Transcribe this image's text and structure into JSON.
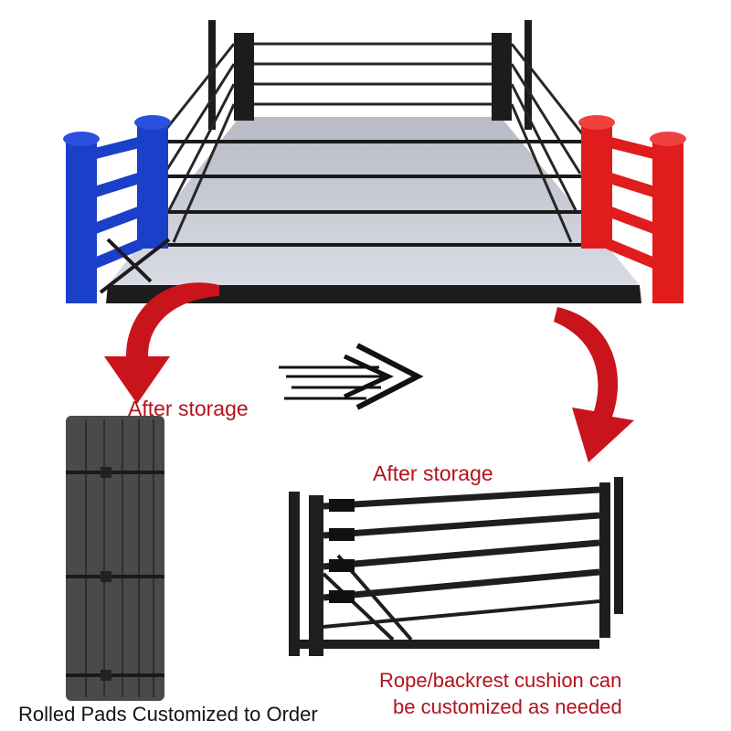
{
  "labels": {
    "after_storage_left": "After storage",
    "after_storage_right": "After storage",
    "rolled_pads": "Rolled Pads Customized to Order",
    "rope_note_line1": "Rope/backrest cushion can",
    "rope_note_line2": "be customized as needed"
  },
  "colors": {
    "accent_red": "#b3121a",
    "text_dark": "#141414",
    "corner_blue": "#1a3fc9",
    "corner_red": "#e01c1c",
    "frame_black": "#1c1c1c",
    "canvas_gray": "#c9cbd6",
    "pad_gray": "#4a4a4a"
  },
  "icons": {
    "ring": "boxing-ring-illustration",
    "left_arrow": "curved-down-arrow-icon",
    "right_arrow": "curved-down-arrow-icon",
    "center_arrow": "speed-arrow-right-icon",
    "rolled_mat": "rolled-mat-illustration",
    "folded_frame": "folded-rope-frame-illustration"
  }
}
